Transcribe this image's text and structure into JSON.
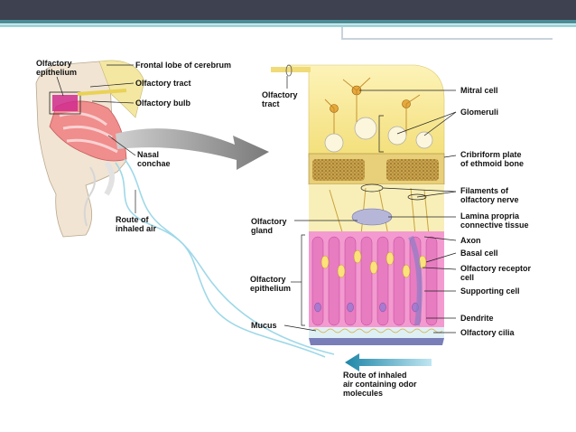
{
  "labels": {
    "olfactory_epithelium_left": "Olfactory\nepithelium",
    "frontal_lobe": "Frontal lobe of cerebrum",
    "olfactory_tract_left": "Olfactory tract",
    "olfactory_bulb": "Olfactory bulb",
    "nasal_conchae": "Nasal\nconchae",
    "route_inhaled_air": "Route of\ninhaled air",
    "olfactory_tract_right": "Olfactory\ntract",
    "olfactory_gland": "Olfactory\ngland",
    "olfactory_epithelium_right": "Olfactory\nepithelium",
    "mucus": "Mucus",
    "mitral_cell": "Mitral cell",
    "glomeruli": "Glomeruli",
    "cribriform_plate": "Cribriform plate\nof ethmoid bone",
    "filaments": "Filaments of\nolfactory nerve",
    "lamina_propria": "Lamina propria\nconnective tissue",
    "axon": "Axon",
    "basal_cell": "Basal cell",
    "olfactory_receptor_cell": "Olfactory receptor\ncell",
    "supporting_cell": "Supporting cell",
    "dendrite": "Dendrite",
    "olfactory_cilia": "Olfactory cilia",
    "route_odor": "Route of inhaled\nair containing odor\nmolecules"
  },
  "colors": {
    "header": "#3d4150",
    "header_accent": "#4a8f98",
    "brain_yellow": "#f7ea9a",
    "bone": "#d8b75a",
    "epithelium_pink": "#e889c4",
    "airflow": "#9fd8e8",
    "arrow_blue": "#1e86a8"
  }
}
